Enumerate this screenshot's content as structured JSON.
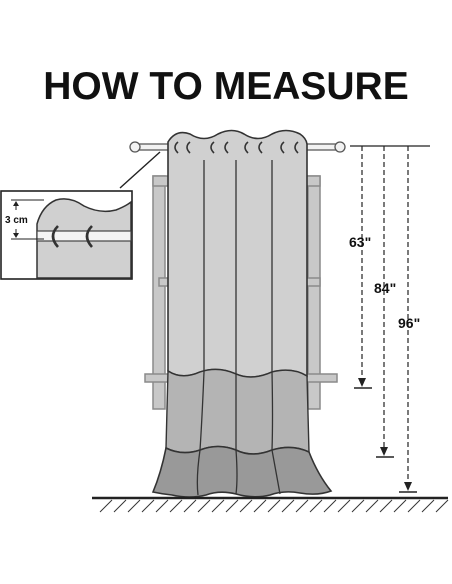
{
  "title": "HOW TO MEASURE",
  "inset": {
    "gap_label": "3 cm"
  },
  "measurements": [
    {
      "label": "63\""
    },
    {
      "label": "84\""
    },
    {
      "label": "96\""
    }
  ],
  "colors": {
    "curtain_top": "#d0d0d0",
    "curtain_mid": "#b4b4b4",
    "curtain_bottom": "#999999",
    "outline": "#333333",
    "window_frame": "#c8c8c8",
    "rod": "#f2f2f2",
    "floor": "#222222"
  }
}
